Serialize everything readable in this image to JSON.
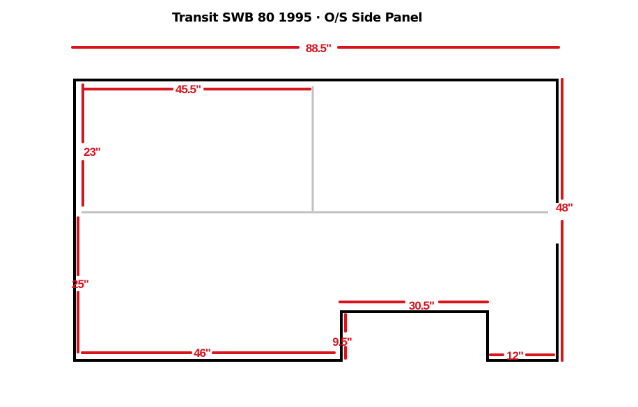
{
  "title": "Transit SWB 80 1995   ·   O/S Side Panel",
  "dimensions": {
    "overall_length": "88.5\"",
    "upper_panel_width": "45.5\"",
    "upper_panel_height": "23\"",
    "lower_height": "25\"",
    "bottom_front": "46\"",
    "arch_height": "9.5\"",
    "arch_width": "30.5\"",
    "bottom_rear": "12\"",
    "overall_height": "48\""
  },
  "colors": {
    "dimension": "#d9141c",
    "outline": "#000000",
    "guide": "#c0c0c0"
  }
}
